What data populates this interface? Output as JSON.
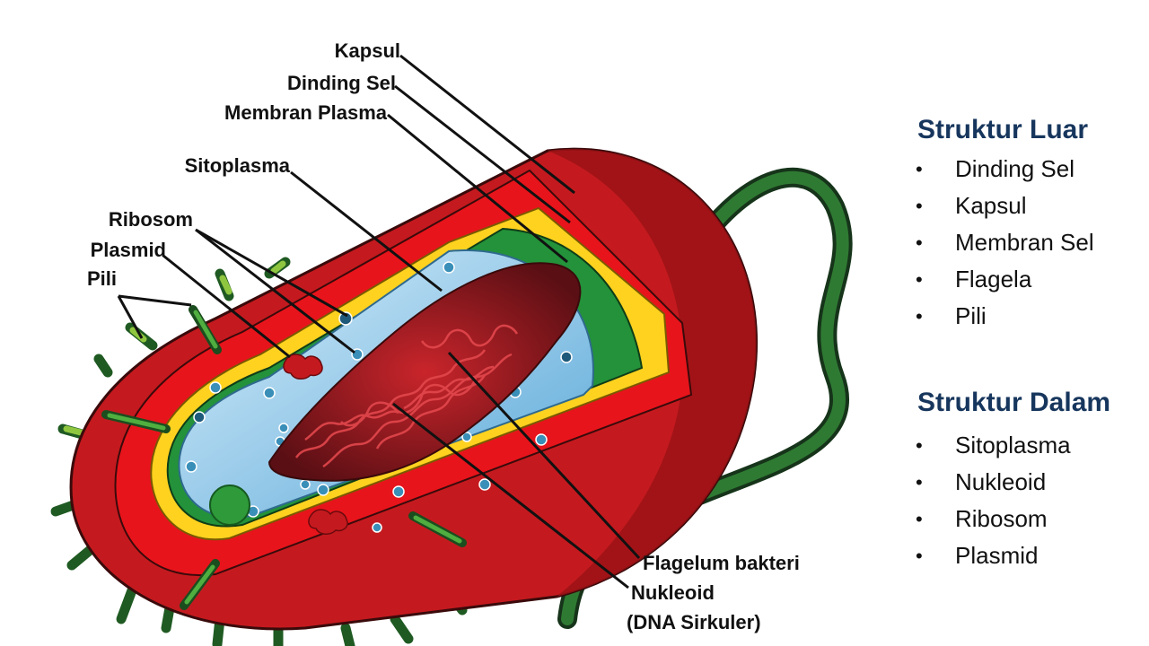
{
  "labels": {
    "kapsul": "Kapsul",
    "dinding_sel": "Dinding Sel",
    "membran_plasma": "Membran Plasma",
    "sitoplasma": "Sitoplasma",
    "ribosom": "Ribosom",
    "plasmid": "Plasmid",
    "pili": "Pili",
    "flagelum": "Flagelum bakteri",
    "nukleoid": "Nukleoid",
    "dna": "(DNA Sirkuler)"
  },
  "struktur_luar": {
    "title": "Struktur Luar",
    "items": [
      "Dinding Sel",
      "Kapsul",
      "Membran Sel",
      "Flagela",
      "Pili"
    ]
  },
  "struktur_dalam": {
    "title": "Struktur Dalam",
    "items": [
      "Sitoplasma",
      "Nukleoid",
      "Ribosom",
      "Plasmid"
    ]
  },
  "colors": {
    "capsule": "#c41a1f",
    "wall": "#e8141b",
    "yellow": "#ffd21f",
    "membrane_green": "#23923a",
    "flagellum": "#2b6a2e",
    "cytoplasm": "#a9d7f2",
    "nucleoid": "#8b1a1e",
    "heading": "#17365d"
  },
  "bullet_char": "•"
}
